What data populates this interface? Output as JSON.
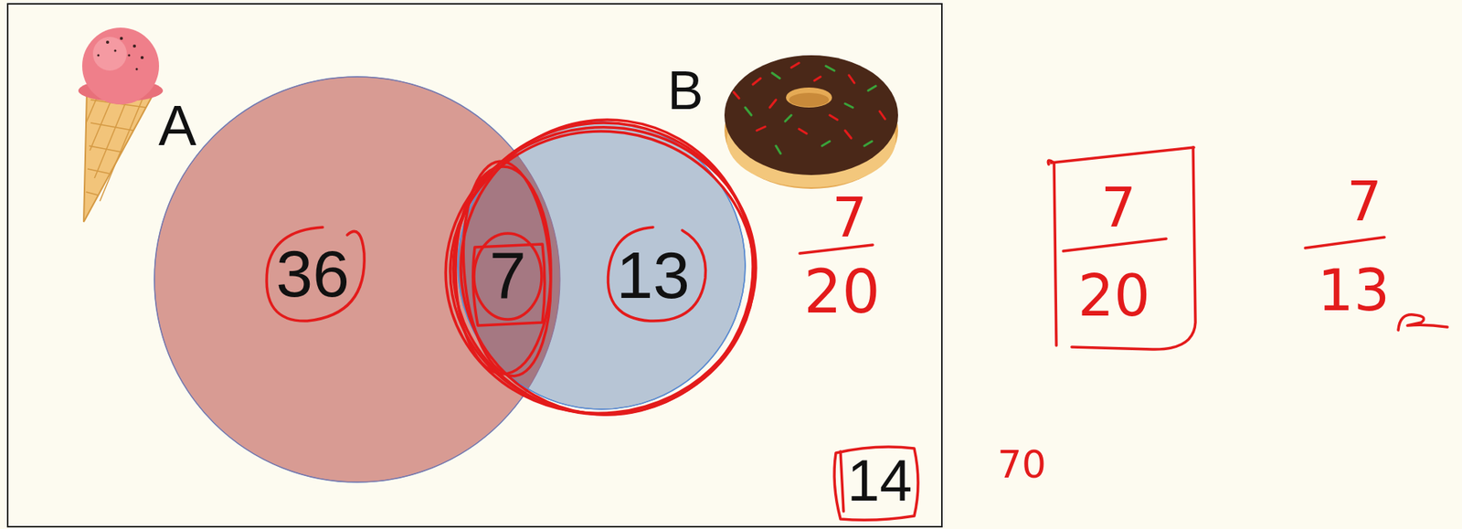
{
  "diagram": {
    "nodes": [
      {
        "text": [
          "A",
          "36"
        ]
      },
      {
        "text": [
          "B",
          "13"
        ]
      }
    ],
    "labels": [
      "7",
      "14",
      "7",
      "20",
      "7",
      "20",
      "7",
      "13",
      "70"
    ]
  }
}
